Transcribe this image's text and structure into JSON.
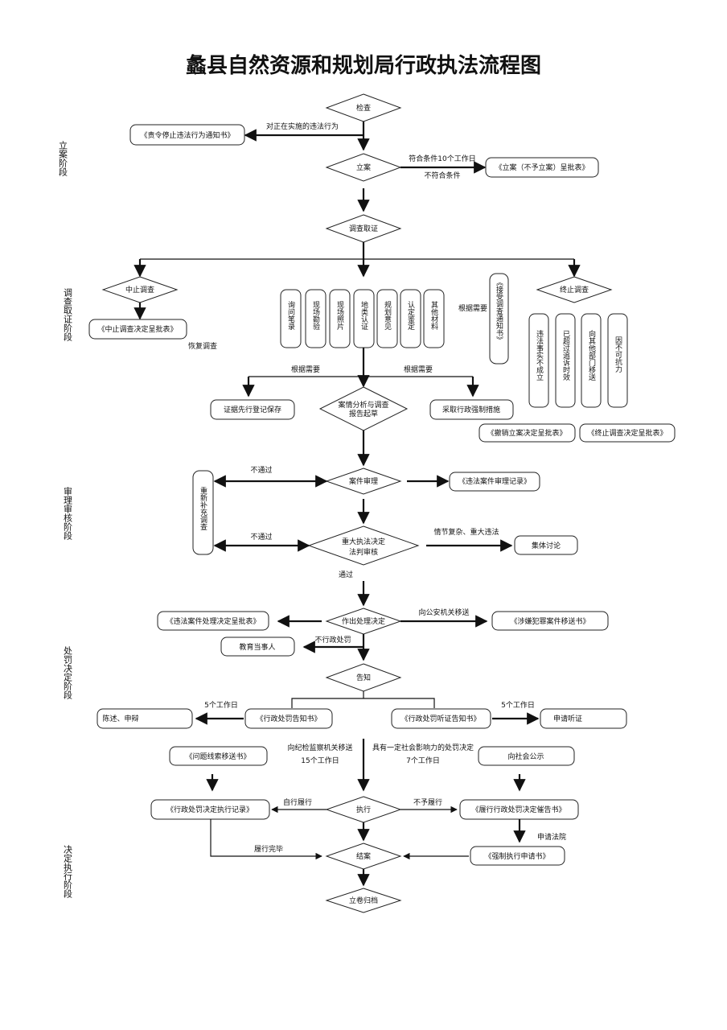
{
  "title": "蠡县自然资源和规划局行政执法流程图",
  "stages": {
    "s1": "立案阶段",
    "s2": "调查取证阶段",
    "s3": "审理审核阶段",
    "s4": "处罚决定阶段",
    "s5": "决定执行阶段"
  },
  "nodes": {
    "jiancha": "检查",
    "zeling": "《责令停止违法行为通知书》",
    "lian": "立案",
    "lian_biao": "《立案（不予立案）呈批表》",
    "diaocha": "调查取证",
    "zhongzhi": "中止调查",
    "zhongzhi_biao": "《中止调查决定呈批表》",
    "xunwen": "询问笔录",
    "xianchang_kanyan": "现场勘验",
    "xianchang_zhaopian": "现场照片",
    "dilei": "地类认证",
    "guihua": "规划意见",
    "rending": "认定鉴定",
    "qita": "其他材料",
    "jieshou": "《接受调查通知书》",
    "zhongzhi2": "终止调查",
    "weifa_bu": "违法事实不成立",
    "chaoguo": "已超过追诉时效",
    "yiSong": "向其他部门移送",
    "bukekang": "因不可抗力",
    "chexiao": "《撤销立案决定呈批表》",
    "zhongzhi_jueding": "《终止调查决定呈批表》",
    "zhengju": "证据先行登记保存",
    "anqing_l1": "案情分析与调查",
    "anqing_l2": "报告起草",
    "caiqu": "采取行政强制措施",
    "anjian_shenli": "案件审理",
    "weifa_shenli": "《违法案件审理记录》",
    "chongxin": "重新补充调查",
    "zhongda_l1": "重大执法决定",
    "zhongda_l2": "法判审核",
    "jiti": "集体讨论",
    "zuochu": "作出处理决定",
    "weifa_chuli": "《违法案件处理决定呈批表》",
    "shexian": "《涉嫌犯罪案件移送书》",
    "jiaoyu": "教育当事人",
    "gaozhi": "告知",
    "xingzheng_gaozhi": "《行政处罚告知书》",
    "tingzheng_gaozhi": "《行政处罚听证告知书》",
    "chenshu": "陈述、申辩",
    "shenqing_tingzheng": "申请听证",
    "wenti": "《问题线索移送书》",
    "shehui": "向社会公示",
    "zhixing": "执行",
    "zhixing_jilu": "《行政处罚决定执行记录》",
    "cuigao": "《履行行政处罚决定催告书》",
    "qiangzhi": "《强制执行申请书》",
    "jiean": "结案",
    "lijuan": "立卷归档"
  },
  "edges": {
    "zhengzai": "对正在实施的违法行为",
    "fuhe": "符合条件10个工作日",
    "bufuhe": "不符合条件",
    "huifu": "恢复调查",
    "genju1": "根据需要",
    "genju2": "根据需要",
    "genju3": "根据需要",
    "butongguo1": "不通过",
    "butongguo2": "不通过",
    "qingjie": "情节复杂、重大违法",
    "tongguo": "通过",
    "gongan": "向公安机关移送",
    "buxingzheng": "不行政处罚",
    "wu1": "5个工作日",
    "wu2": "5个工作日",
    "xiang_jijian": "向纪检监察机关移送",
    "shiwu": "15个工作日",
    "juyou": "具有一定社会影响力的处罚决定",
    "qi": "7个工作日",
    "zixing": "自行履行",
    "buyu": "不予履行",
    "shenqing_fayuan": "申请法院",
    "lvxing": "履行完毕"
  }
}
